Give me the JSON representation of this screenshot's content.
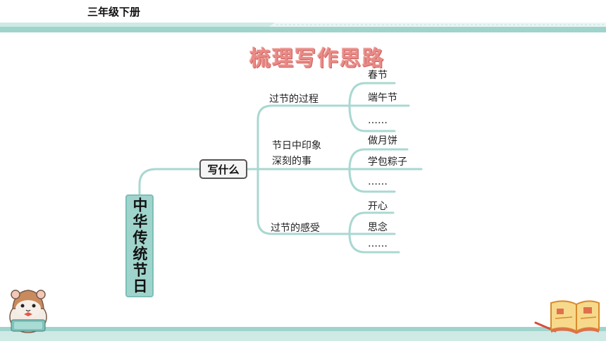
{
  "header": {
    "title": "三年级下册"
  },
  "mindmap": {
    "title": "梳理写作思路",
    "root": "中华传统节日",
    "level1": "写什么",
    "branches": [
      {
        "label": "过节的过程",
        "items": [
          "春节",
          "端午节",
          "……"
        ]
      },
      {
        "label_lines": [
          "节日中印象",
          "深刻的事"
        ],
        "items": [
          "做月饼",
          "学包粽子",
          "……"
        ]
      },
      {
        "label": "过节的感受",
        "items": [
          "开心",
          "思念",
          "……"
        ]
      }
    ]
  },
  "colors": {
    "teal": "#9fd4cc",
    "line": "#9fd4cc",
    "title": "#e98a86"
  },
  "icons": [
    "hamster-icon",
    "book-icon"
  ]
}
